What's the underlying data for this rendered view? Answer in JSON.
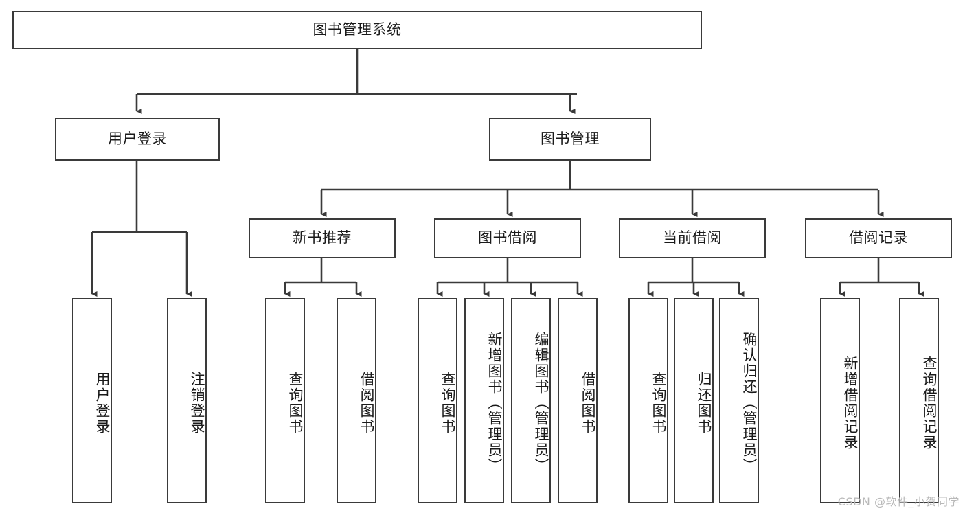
{
  "diagram": {
    "title": "图书管理系统",
    "type": "tree-hierarchy",
    "watermark": "CSDN @软件_小贺同学",
    "colors": {
      "background": "#ffffff",
      "node_border": "#3a3a3a",
      "node_fill": "#ffffff",
      "edge": "#3a3a3a",
      "text": "#1a1a1a",
      "watermark": "#b9b9b9"
    },
    "nodes": {
      "root": {
        "label": "图书管理系统",
        "orientation": "horizontal"
      },
      "level1": [
        {
          "id": "user-login",
          "label": "用户登录",
          "orientation": "horizontal"
        },
        {
          "id": "book-manage",
          "label": "图书管理",
          "orientation": "horizontal"
        }
      ],
      "level2": [
        {
          "id": "new-book-recommend",
          "label": "新书推荐",
          "orientation": "horizontal"
        },
        {
          "id": "book-borrow",
          "label": "图书借阅",
          "orientation": "horizontal"
        },
        {
          "id": "current-borrow",
          "label": "当前借阅",
          "orientation": "horizontal"
        },
        {
          "id": "borrow-record",
          "label": "借阅记录",
          "orientation": "horizontal"
        }
      ],
      "leaves": {
        "user-login": [
          {
            "id": "leaf-user-login",
            "label": "用户登录",
            "orientation": "vertical"
          },
          {
            "id": "leaf-logout-login",
            "label": "注销登录",
            "orientation": "vertical"
          }
        ],
        "new-book-recommend": [
          {
            "id": "leaf-query-book-1",
            "label": "查询图书",
            "orientation": "vertical"
          },
          {
            "id": "leaf-borrow-book-1",
            "label": "借阅图书",
            "orientation": "vertical"
          }
        ],
        "book-borrow": [
          {
            "id": "leaf-query-book-2",
            "label": "查询图书",
            "orientation": "vertical"
          },
          {
            "id": "leaf-add-book",
            "label": "新增图书（管理员）",
            "orientation": "vertical"
          },
          {
            "id": "leaf-edit-book",
            "label": "编辑图书（管理员）",
            "orientation": "vertical"
          },
          {
            "id": "leaf-borrow-book-2",
            "label": "借阅图书",
            "orientation": "vertical"
          }
        ],
        "current-borrow": [
          {
            "id": "leaf-query-book-3",
            "label": "查询图书",
            "orientation": "vertical"
          },
          {
            "id": "leaf-return-book",
            "label": "归还图书",
            "orientation": "vertical"
          },
          {
            "id": "leaf-confirm-return",
            "label": "确认归还（管理员）",
            "orientation": "vertical"
          }
        ],
        "borrow-record": [
          {
            "id": "leaf-add-record",
            "label": "新增借阅记录",
            "orientation": "vertical"
          },
          {
            "id": "leaf-query-record",
            "label": "查询借阅记录",
            "orientation": "vertical"
          }
        ]
      }
    }
  }
}
